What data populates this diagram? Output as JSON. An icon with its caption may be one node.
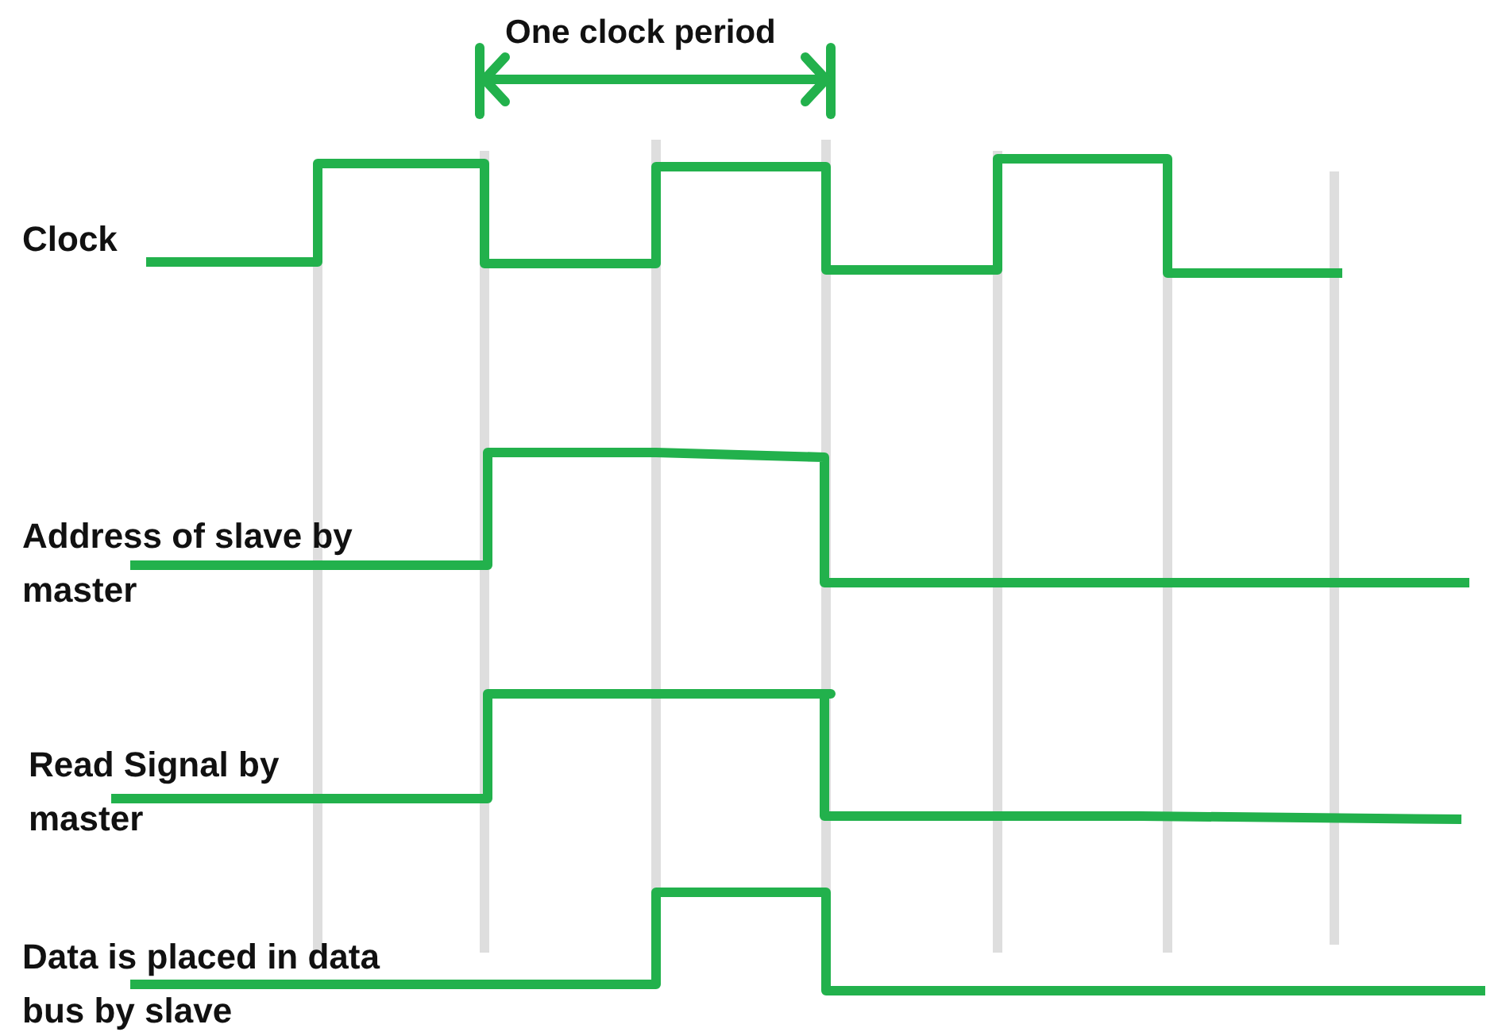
{
  "diagram": {
    "labels": [
      "One clock period",
      "Clock",
      "Address of slave by master",
      "Read Signal by master",
      "Data is placed in data bus by slave"
    ]
  }
}
